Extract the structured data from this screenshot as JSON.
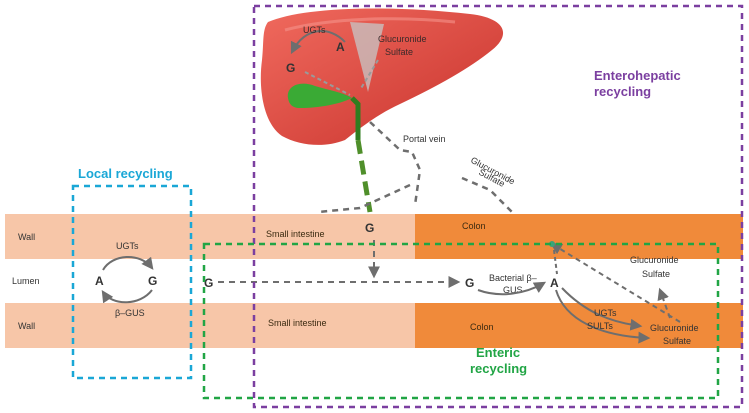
{
  "colors": {
    "wall_small_intestine": "#f7c6a8",
    "wall_colon": "#f08a3a",
    "lumen": "#ffffff",
    "enterohepatic_border": "#7b3fa0",
    "local_border": "#1aa7d6",
    "enteric_border": "#21a545",
    "liver": "#e8453c",
    "gallbladder": "#3aaa35",
    "arrow_gray": "#6e6e6e",
    "bile_duct_green": "#4f8f2a"
  },
  "regions": {
    "enterohepatic_title_1": "Enterohepatic",
    "enterohepatic_title_2": "recycling",
    "local_title": "Local recycling",
    "enteric_title_1": "Enteric",
    "enteric_title_2": "recycling"
  },
  "liver": {
    "ugts": "UGTs",
    "a": "A",
    "g": "G",
    "glucuronide": "Glucuronide",
    "sulfate": "Sulfate"
  },
  "portal": {
    "portal_vein": "Portal vein",
    "glucuronide": "Glucuronide",
    "sulfate": "Sulfate"
  },
  "gut": {
    "wall_top": "Wall",
    "lumen": "Lumen",
    "wall_bottom": "Wall",
    "small_intestine_top": "Small intestine",
    "colon_top": "Colon",
    "small_intestine_bottom": "Small intestine",
    "colon_bottom": "Colon"
  },
  "local": {
    "ugts": "UGTs",
    "a": "A",
    "g": "G",
    "b_gus": "β–GUS"
  },
  "lumen_flow": {
    "g_left": "G",
    "g_wall": "G",
    "g_right": "G",
    "bacterial_1": "Bacterial β–",
    "bacterial_2": "GUS",
    "a": "A",
    "ugts": "UGTs",
    "sults": "SULTs",
    "glucuronide_top": "Glucuronide",
    "sulfate_top": "Sulfate",
    "glucuronide_bottom": "Glucuronide",
    "sulfate_bottom": "Sulfate"
  }
}
